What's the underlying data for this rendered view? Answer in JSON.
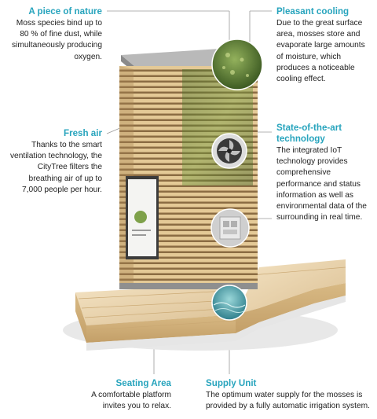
{
  "callouts": {
    "nature": {
      "title": "A piece of nature",
      "text": "Moss species bind up to 80 % of fine dust, while simultaneously producing oxygen."
    },
    "fresh_air": {
      "title": "Fresh air",
      "text": "Thanks to the smart ventilation technology, the CityTree filters the breathing air of up to 7,000 people per hour."
    },
    "seating": {
      "title": "Seating Area",
      "text": "A comfortable platform invites you to relax."
    },
    "cooling": {
      "title": "Pleasant cooling",
      "text": "Due to the great surface area, mosses store and evaporate large amounts of moisture, which produces a noticeable cooling effect."
    },
    "tech": {
      "title": "State-of-the-art technology",
      "text": "The integrated IoT technology provides comprehensive performance and status information as well as environmental data of the surrounding in real time."
    },
    "supply": {
      "title": "Supply Unit",
      "text": "The optimum water supply for the mosses is provided by a fully automatic irrigation system."
    }
  },
  "colors": {
    "accent": "#27a4bd",
    "wood": "#e2c79a",
    "wood_dark": "#b9955f",
    "moss": "#4f7a2e",
    "cap": "#8c8c8c"
  }
}
